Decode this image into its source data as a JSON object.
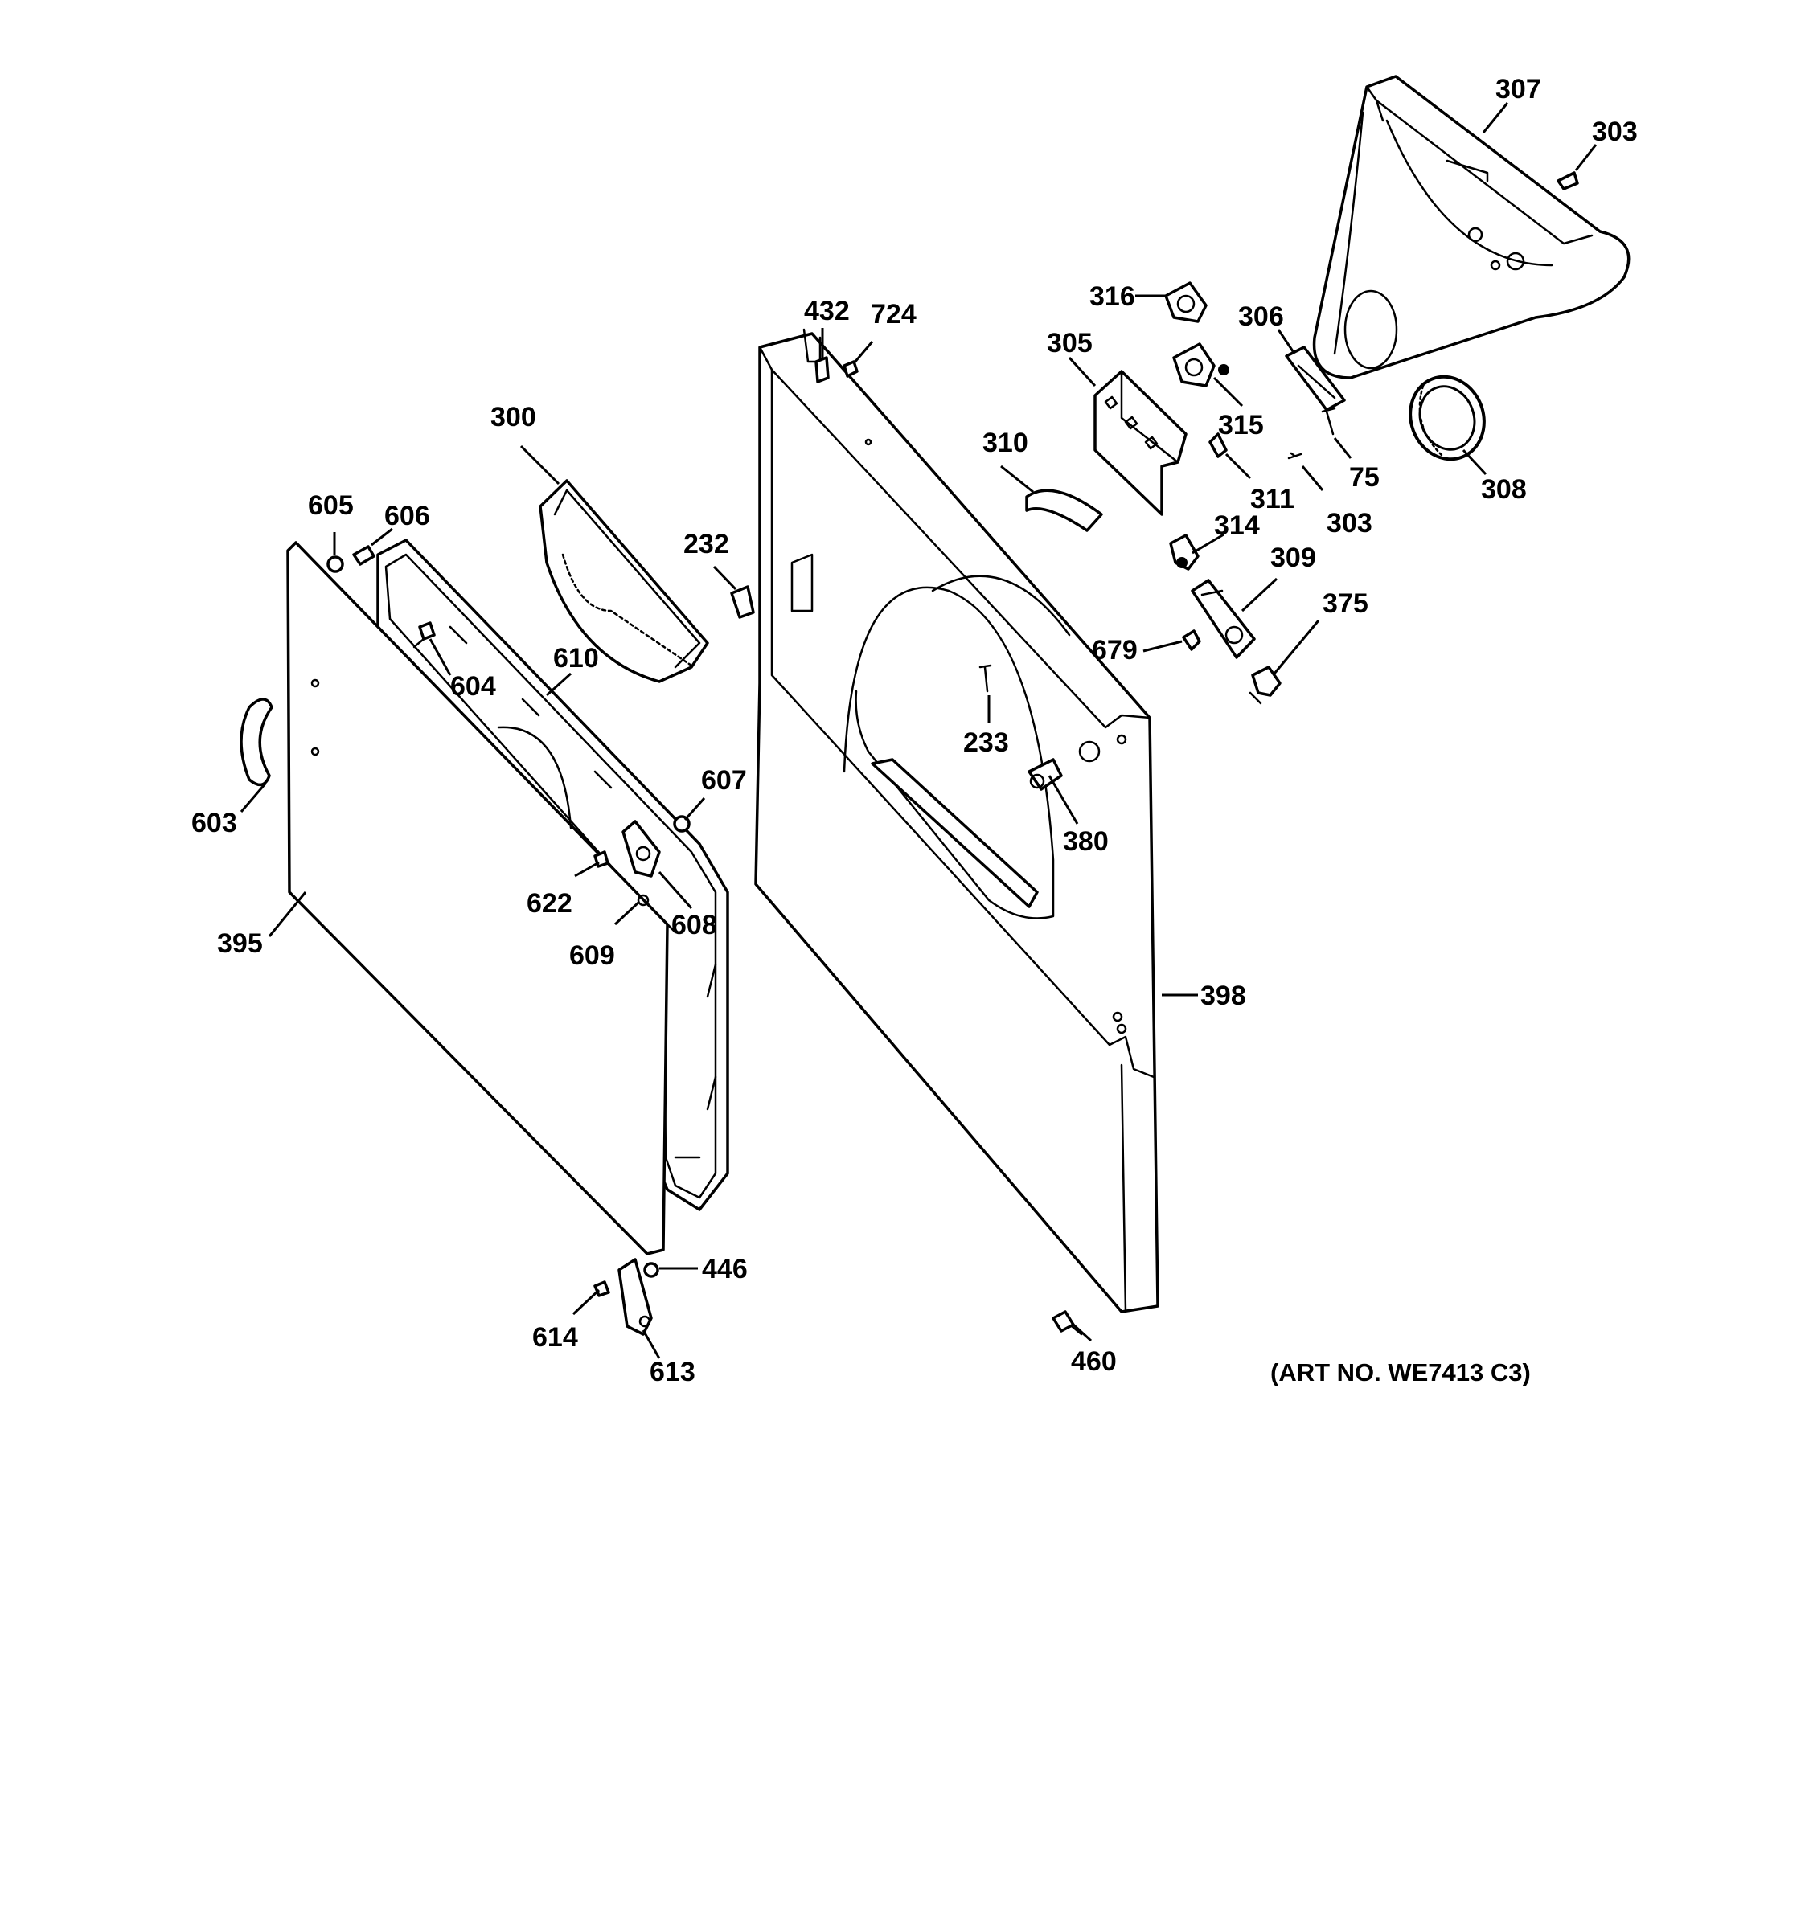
{
  "art_number": "(ART NO. WE7413 C3)",
  "callouts": {
    "c307": "307",
    "c303a": "303",
    "c316": "316",
    "c306": "306",
    "c432": "432",
    "c724": "724",
    "c305": "305",
    "c315": "315",
    "c75": "75",
    "c308": "308",
    "c300": "300",
    "c310": "310",
    "c311": "311",
    "c303b": "303",
    "c605": "605",
    "c606": "606",
    "c232": "232",
    "c314": "314",
    "c309": "309",
    "c375": "375",
    "c610": "610",
    "c604": "604",
    "c679": "679",
    "c233": "233",
    "c607": "607",
    "c603": "603",
    "c380": "380",
    "c622": "622",
    "c608": "608",
    "c395": "395",
    "c609": "609",
    "c398": "398",
    "c446": "446",
    "c614": "614",
    "c613": "613",
    "c460": "460"
  }
}
